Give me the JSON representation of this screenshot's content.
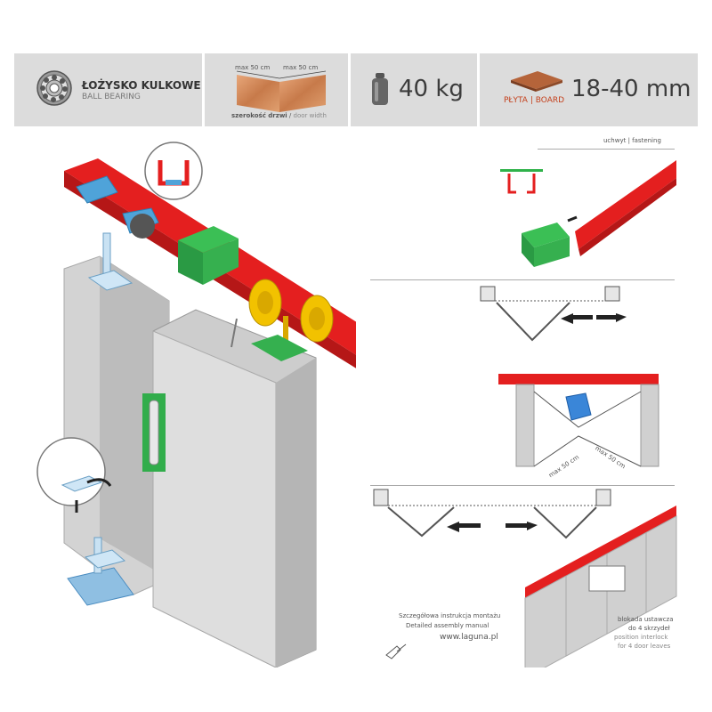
{
  "specs": {
    "bearing": {
      "title": "ŁOŻYSKO KULKOWE",
      "subtitle": "BALL BEARING"
    },
    "door_width": {
      "left_max": "max 50 cm",
      "right_max": "max 50 cm",
      "caption_pl": "szerokość drzwi",
      "caption_sep": "/",
      "caption_en": "door width"
    },
    "weight": {
      "value": "40 kg"
    },
    "board": {
      "label_pl": "PŁYTA",
      "label_sep": "|",
      "label_en": "BOARD",
      "value": "18-40 mm"
    }
  },
  "right_panel": {
    "fastening": {
      "label_pl": "uchwyt",
      "label_sep": "|",
      "label_en": "fastening"
    },
    "corner": {
      "left_max": "max 50 cm",
      "right_max": "max 50 cm"
    },
    "interlock": {
      "line1": "blokada ustawcza",
      "line2": "do 4 skrzydeł",
      "line3": "position interlock",
      "line4": "for 4 door leaves"
    }
  },
  "manual": {
    "line_pl": "Szczegółowa instrukcja montażu",
    "line_en": "Detailed assembly manual",
    "url": "www.laguna.pl"
  },
  "colors": {
    "rail": "#e41f1f",
    "bracket_green": "#2fb24a",
    "bearing_yellow": "#f2c200",
    "door_gray": "#cfcfcf",
    "spec_bar": "#dcdcdc",
    "plate_blue": "#4fa3d9"
  }
}
